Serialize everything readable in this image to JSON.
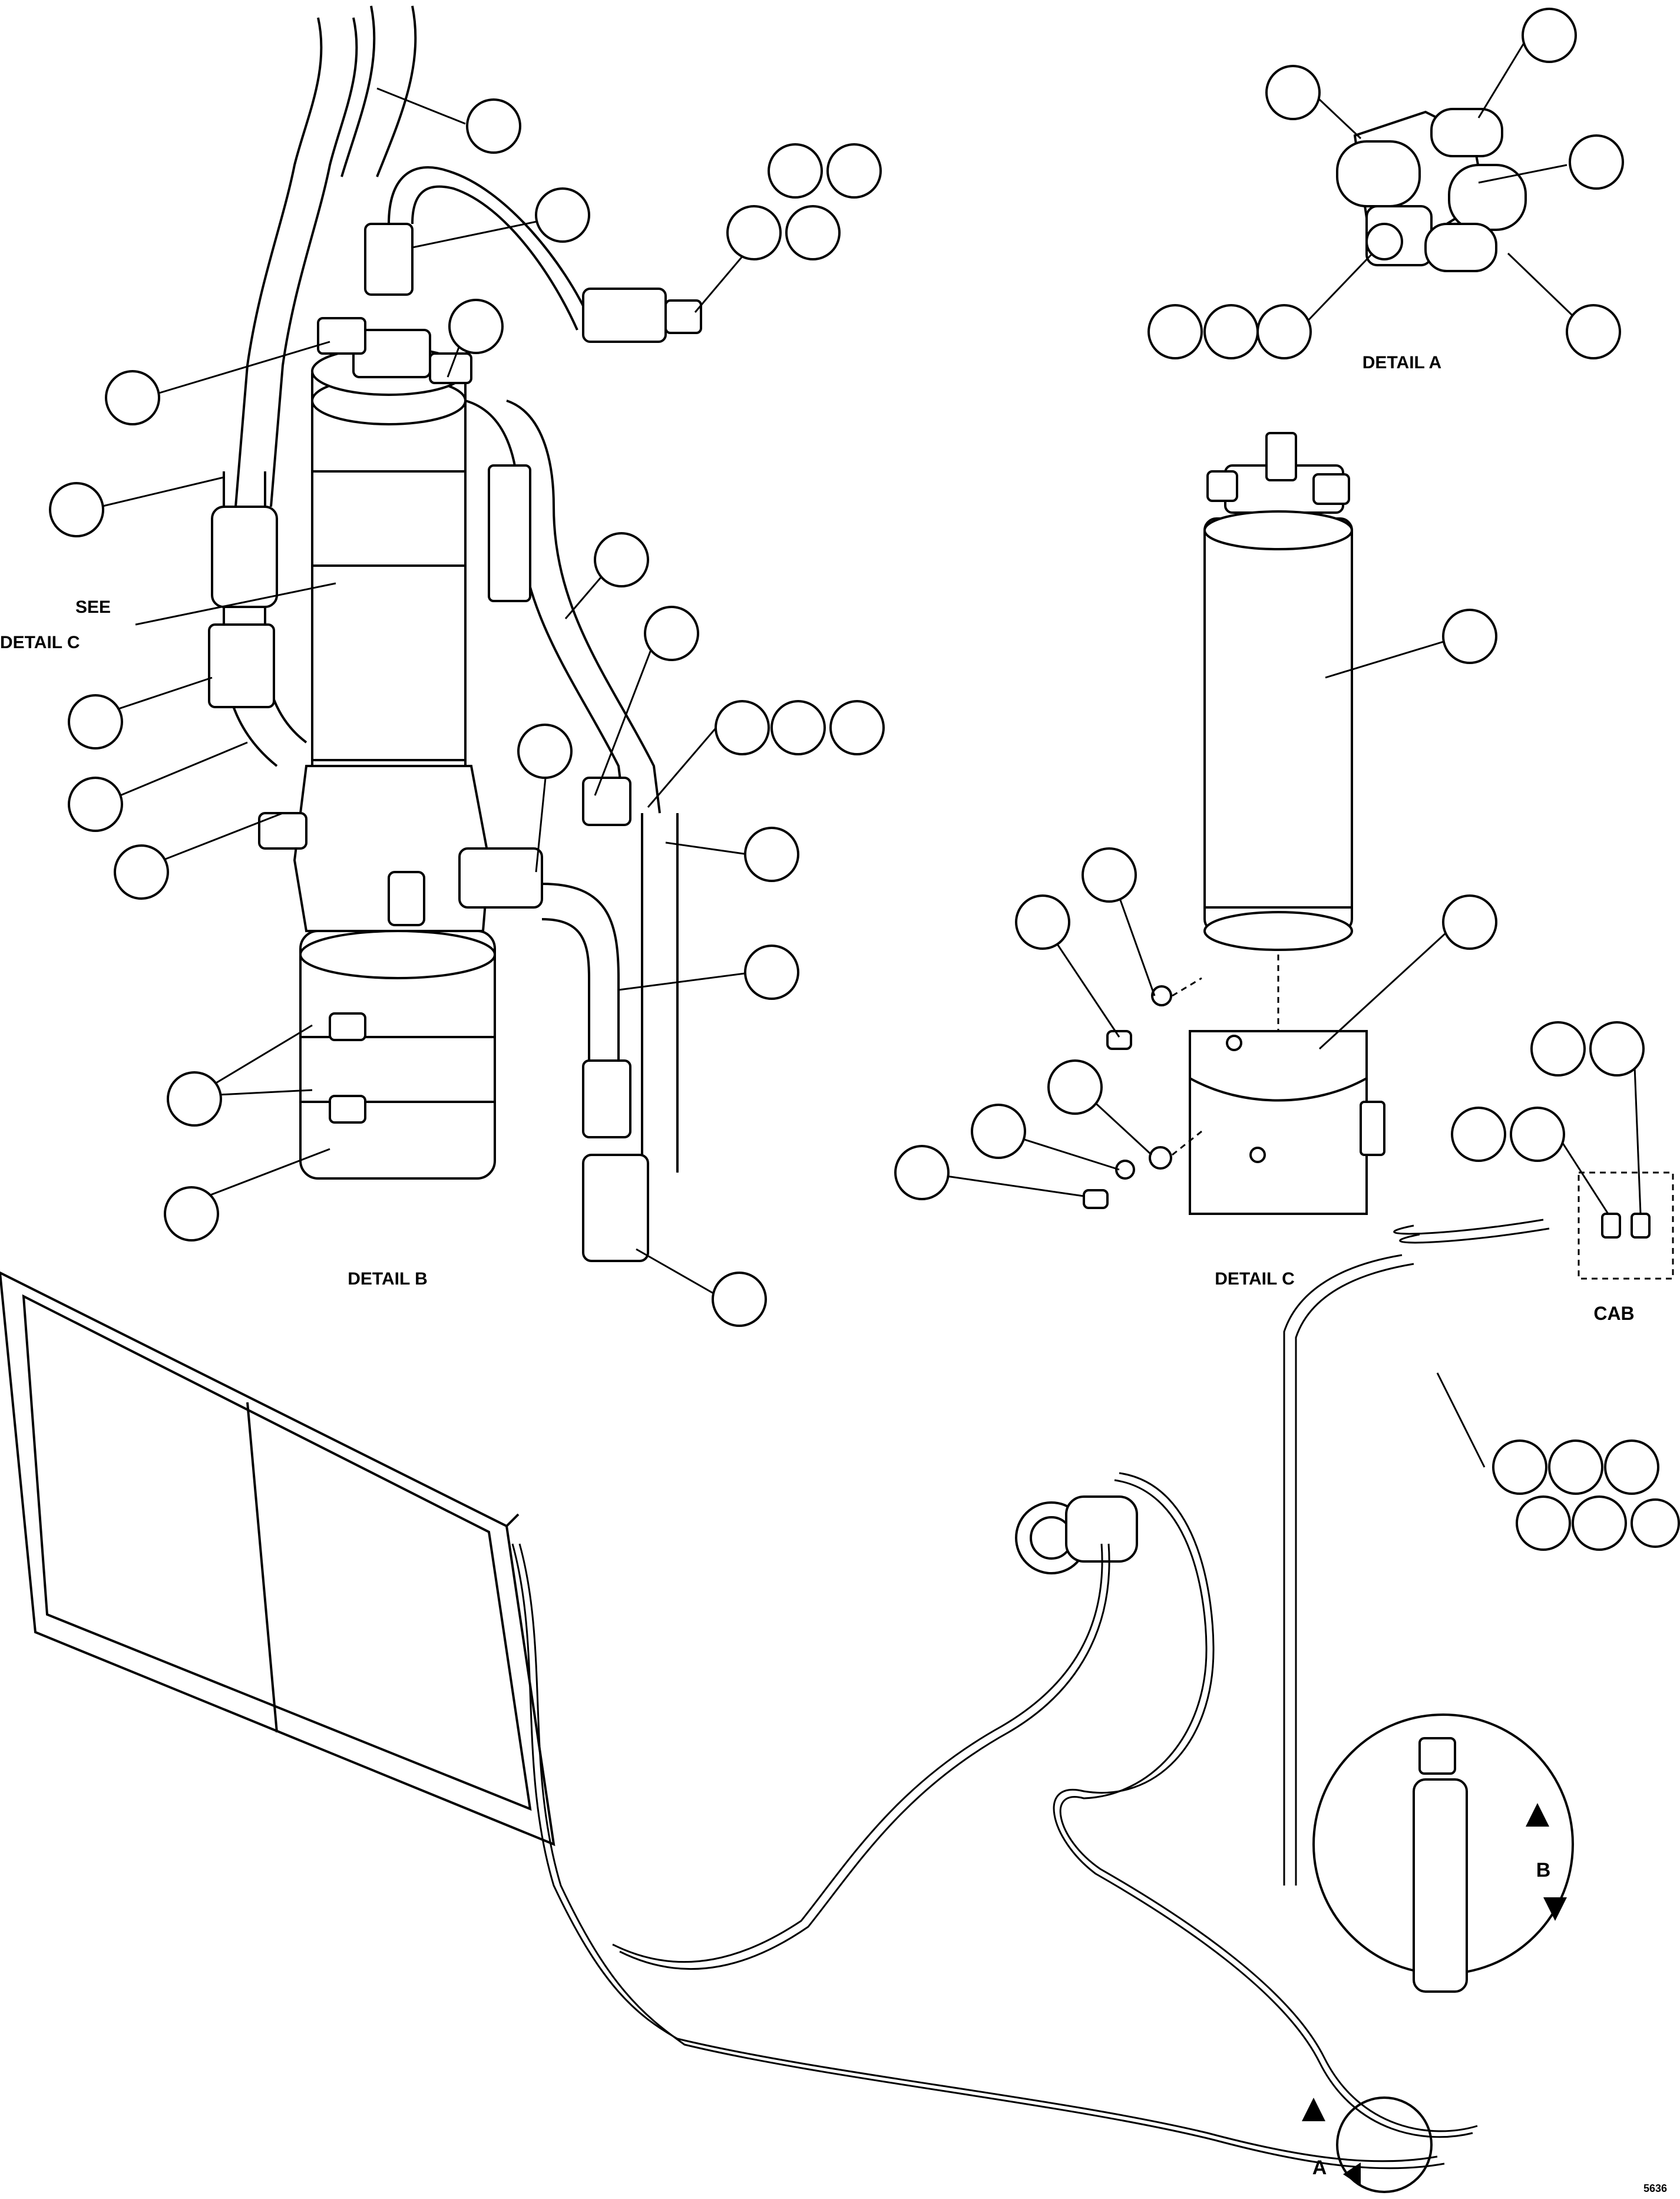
{
  "labels": {
    "detail_a": "DETAIL A",
    "detail_b": "DETAIL B",
    "detail_c": "DETAIL C",
    "see_text": "SEE",
    "see_detail_c": "DETAIL C",
    "cab": "CAB",
    "arrow_a": "A",
    "arrow_b": "B",
    "figure_code": "5636"
  },
  "colors": {
    "line": "#000000",
    "background": "#ffffff"
  }
}
